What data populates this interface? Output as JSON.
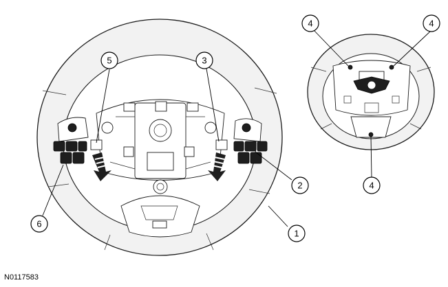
{
  "figure_id": "N0117583",
  "callouts": [
    {
      "id": "c1",
      "label": "1"
    },
    {
      "id": "c2",
      "label": "2"
    },
    {
      "id": "c3",
      "label": "3"
    },
    {
      "id": "c4a",
      "label": "4"
    },
    {
      "id": "c4b",
      "label": "4"
    },
    {
      "id": "c4c",
      "label": "4"
    },
    {
      "id": "c5",
      "label": "5"
    },
    {
      "id": "c6",
      "label": "6"
    }
  ]
}
